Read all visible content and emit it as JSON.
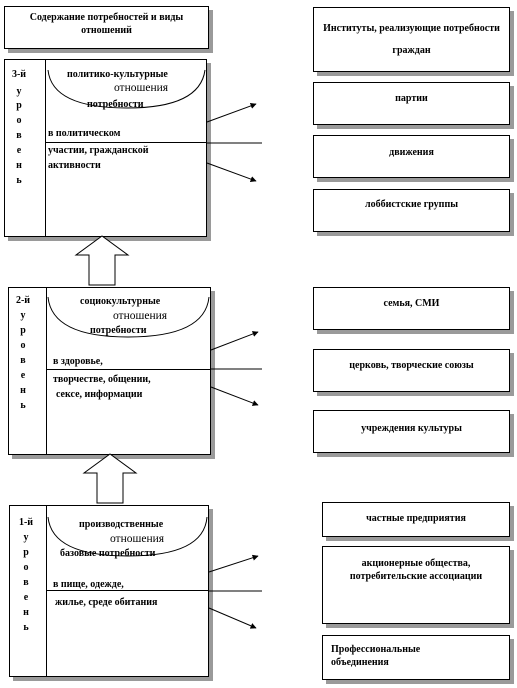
{
  "header": {
    "title": "Содержание потребностей и виды отношений"
  },
  "institutions": {
    "header": "Институты, реализующие потребности граждан",
    "level3": [
      "партии",
      "движения",
      "лоббистские группы"
    ],
    "level2": [
      "семья, СМИ",
      "церковь, творческие союзы",
      "учреждения культуры"
    ],
    "level1": [
      "частные предприятия",
      "акционерные общества, потребительские ассоциации",
      "Профессиональные объединения"
    ]
  },
  "levels": [
    {
      "id": "3",
      "vertical": [
        "3-й",
        "у",
        "р",
        "о",
        "в",
        "е",
        "н",
        "ь"
      ],
      "relation_type": "политико-культурные",
      "relations_word": "отношения",
      "needs_kind": "потребности",
      "needs_line1": "в политическом",
      "needs_line2": "участии, гражданской",
      "needs_line3": "активности"
    },
    {
      "id": "2",
      "vertical": [
        "2-й",
        "у",
        "р",
        "о",
        "в",
        "е",
        "н",
        "ь"
      ],
      "relation_type": "социокультурные",
      "relations_word": "отношения",
      "needs_kind": "потребности",
      "needs_line1": "в здоровье,",
      "needs_line2": "творчестве, общении,",
      "needs_line3": "сексе, информации"
    },
    {
      "id": "1",
      "vertical": [
        "1-й",
        "у",
        "р",
        "о",
        "в",
        "е",
        "н",
        "ь"
      ],
      "relation_type": "производственные",
      "relations_word": "отношения",
      "needs_kind": "базовые потребности",
      "needs_line1": "в пище, одежде,",
      "needs_line2": "жилье, среде обитания",
      "needs_line3": ""
    }
  ]
}
